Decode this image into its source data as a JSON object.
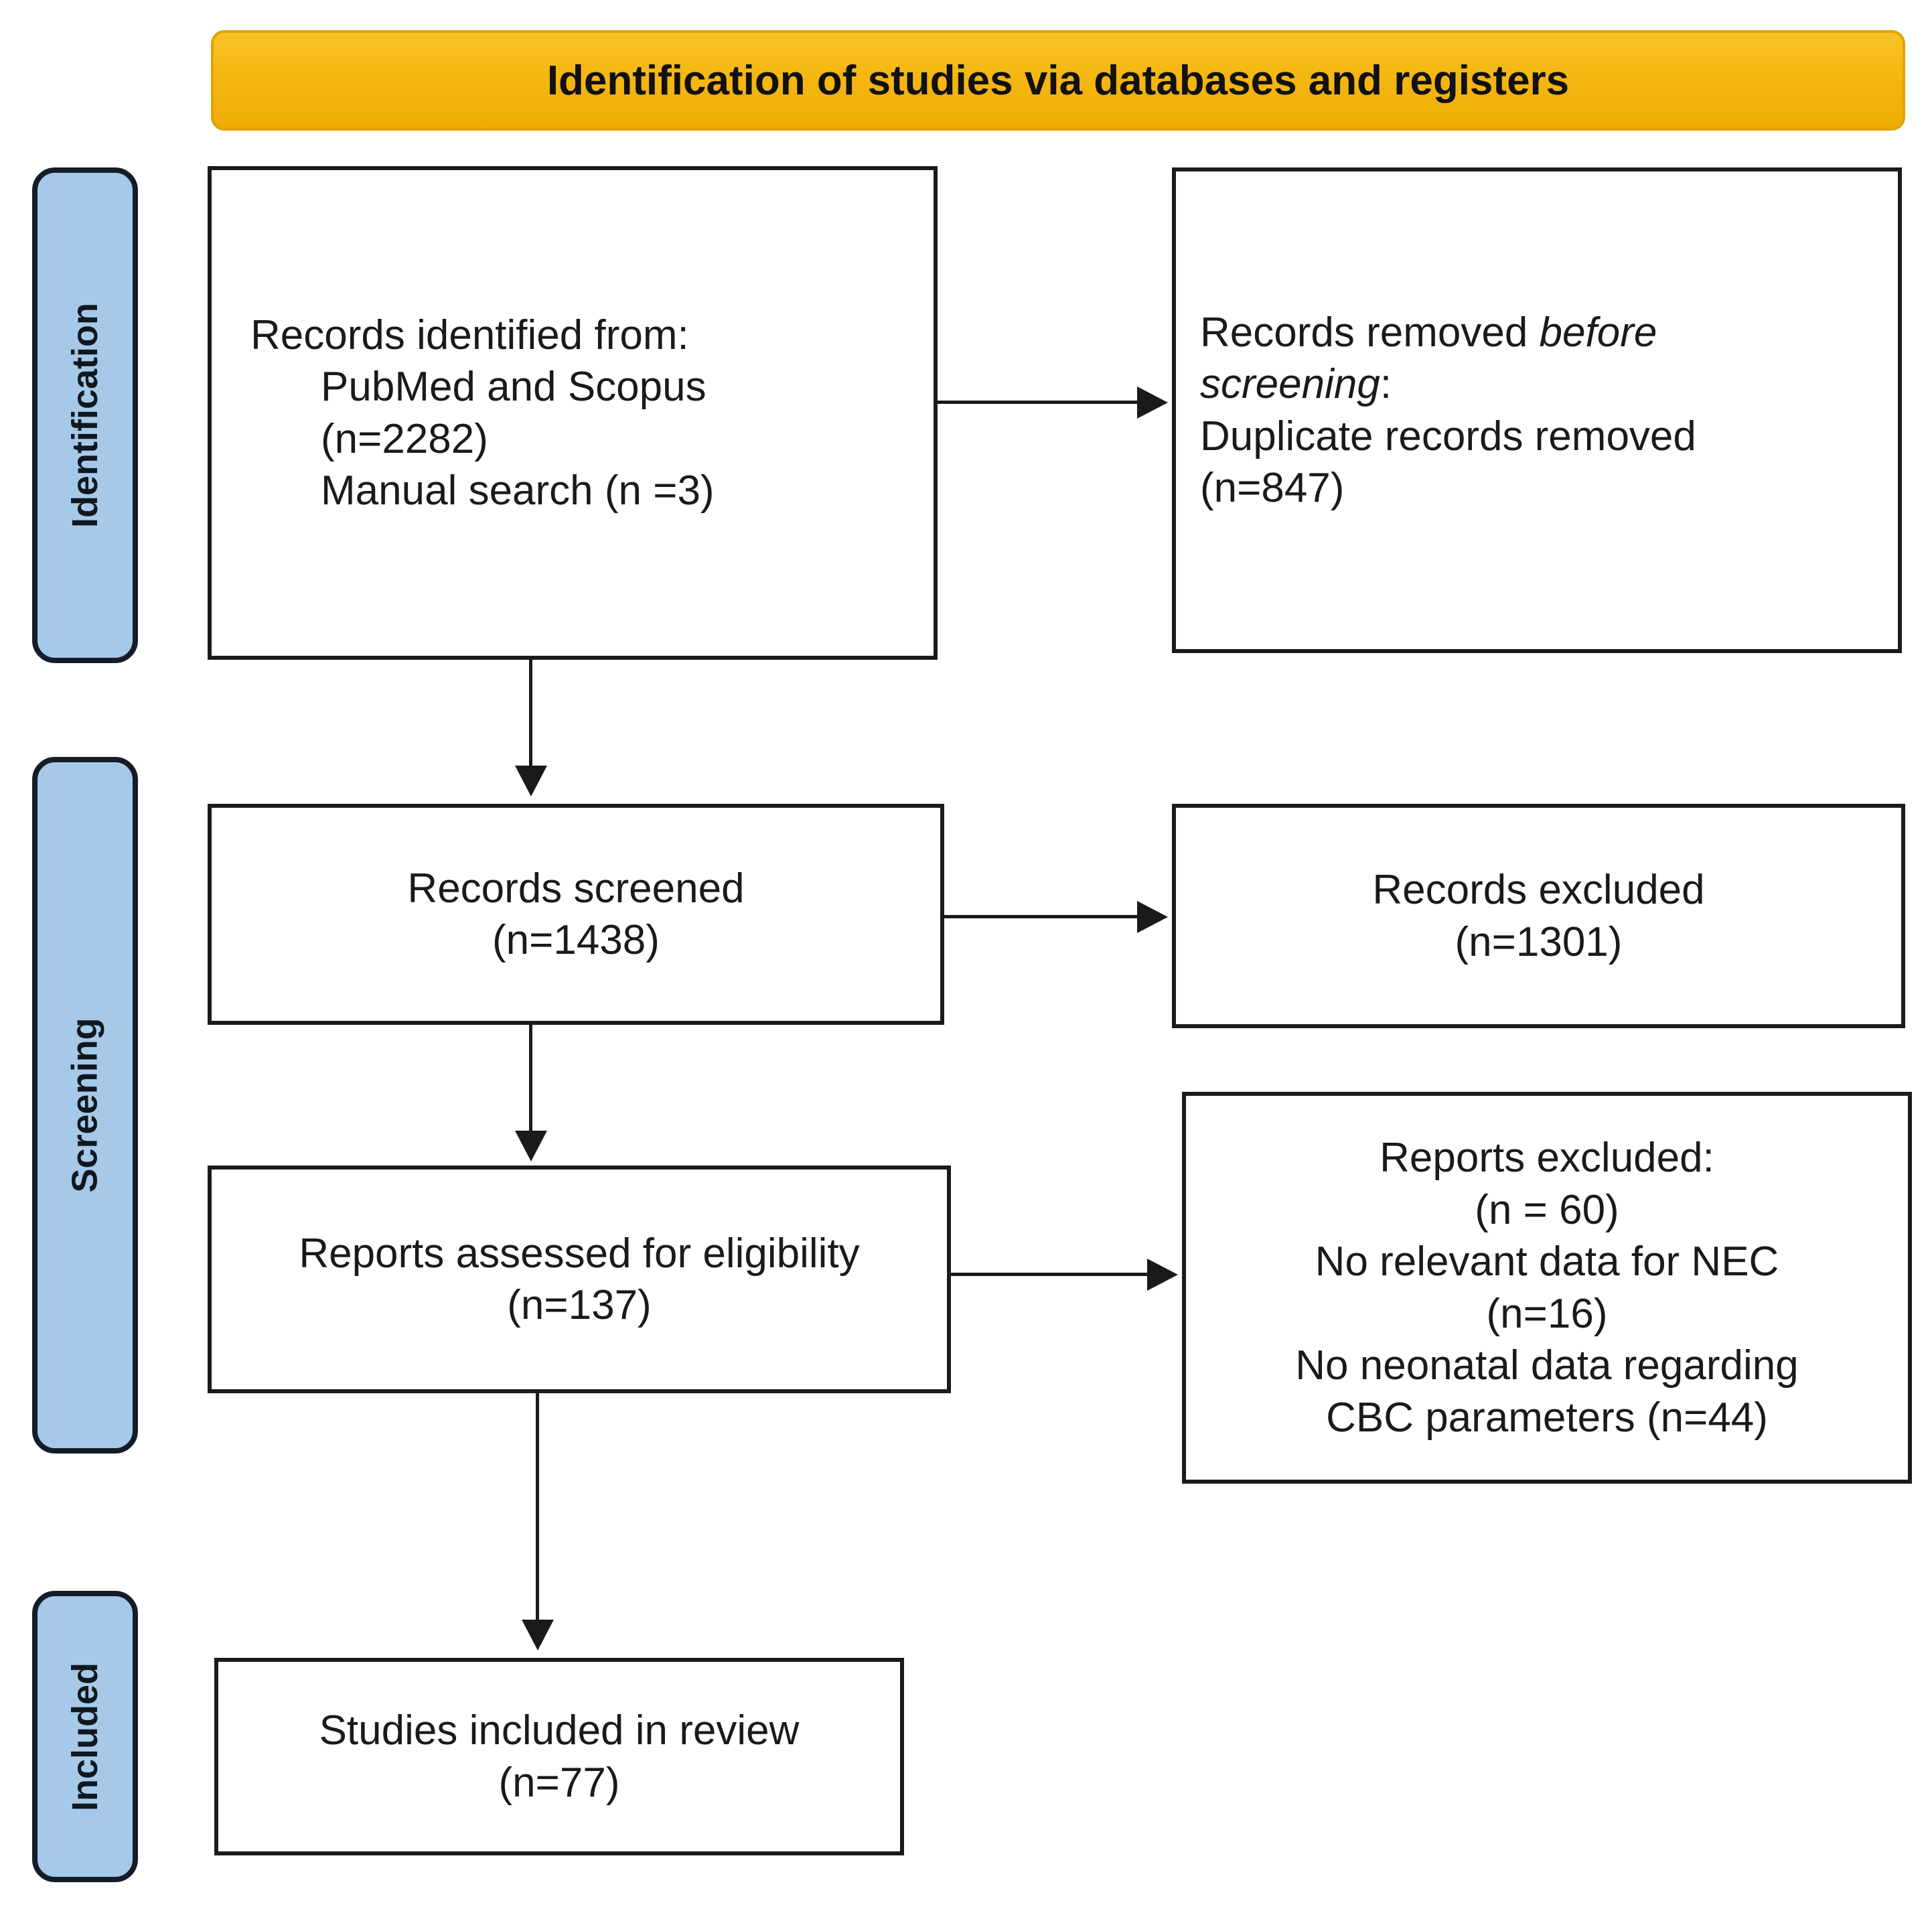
{
  "diagram": {
    "title": "Identification of studies via databases and registers"
  },
  "stages": [
    {
      "label": "Identification"
    },
    {
      "label": "Screening"
    },
    {
      "label": "Included"
    }
  ],
  "boxes": {
    "records_identified": {
      "line1": "Records identified from:",
      "line2": "PubMed and Scopus",
      "line3": "(n=2282)",
      "line4": "Manual search (n =3)"
    },
    "records_removed": {
      "seg1": "Records removed ",
      "seg2_italic": "before",
      "seg3_italic": "screening",
      "seg4": ":",
      "line3": "Duplicate records removed",
      "line4": "(n=847)"
    },
    "records_screened": {
      "line1": "Records screened",
      "line2": "(n=1438)"
    },
    "records_excluded": {
      "line1": "Records excluded",
      "line2": "(n=1301)"
    },
    "reports_assessed": {
      "line1": "Reports assessed for eligibility",
      "line2": "(n=137)"
    },
    "reports_excluded": {
      "line1": "Reports excluded:",
      "line2": "(n = 60)",
      "line3": "No relevant data for NEC",
      "line4": "(n=16)",
      "line5": "No neonatal data regarding",
      "line6": "CBC parameters (n=44)"
    },
    "studies_included": {
      "line1": "Studies included in review",
      "line2": "(n=77)"
    }
  },
  "colors": {
    "banner_fill": "#F5B712",
    "banner_border": "#DFA303",
    "stage_fill": "#A7C9E9",
    "stage_border": "#141C28",
    "box_border": "#1B1B1B",
    "arrow": "#1A1A1A"
  }
}
